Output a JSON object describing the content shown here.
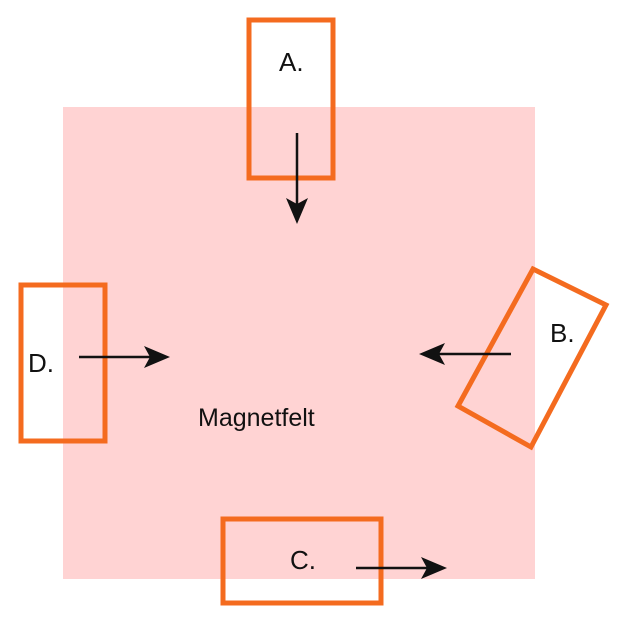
{
  "field": {
    "label": "Magnetfelt",
    "color": "#ffd3d3"
  },
  "frame_color": "#f46b1f",
  "arrow_color": "#111111",
  "loops": [
    {
      "id": "A",
      "label": "A."
    },
    {
      "id": "B",
      "label": "B."
    },
    {
      "id": "C",
      "label": "C."
    },
    {
      "id": "D",
      "label": "D."
    }
  ]
}
